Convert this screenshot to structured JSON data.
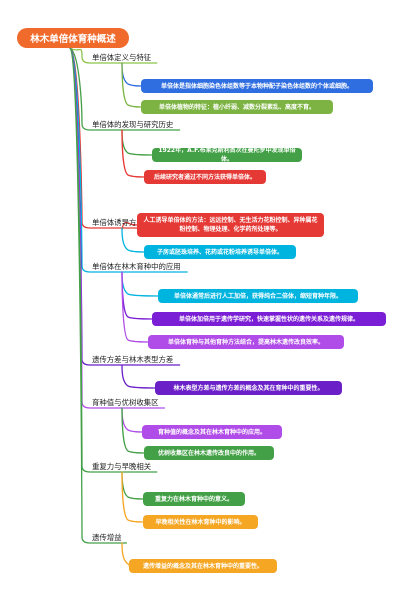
{
  "root": {
    "title": "林木单倍体育种概述",
    "color": "#f06a2c"
  },
  "branches": [
    {
      "title": "单倍体定义与特征",
      "color": "#8bc34a",
      "children": [
        {
          "text": "单倍体是指体细胞染色体组数等于本物种配子染色体组数的个体或细胞。",
          "color": "#2f6ee0"
        },
        {
          "text": "单倍体植物的特征：植小纤弱、减数分裂紊乱、高度不育。",
          "color": "#7cb342"
        }
      ]
    },
    {
      "title": "单倍体的发现与研究历史",
      "color": "#43a047",
      "children": [
        {
          "text": "1922年，A.F.布莱克斯利首次在曼陀罗中发现单倍体。",
          "color": "#43a047"
        },
        {
          "text": "后续研究者通过不同方法获得单倍体。",
          "color": "#e53935"
        }
      ]
    },
    {
      "title": "单倍体诱导方法",
      "color": "#e53935",
      "children": [
        {
          "text": "人工诱导单倍体的方法：远远控制、无生活力花粉控制、异种属花粉控制、物理处理、化学药剂处理等。",
          "color": "#e53935"
        },
        {
          "text": "子房或胚珠培养、花药或花粉培养诱导单倍体。",
          "color": "#00b4e0"
        }
      ]
    },
    {
      "title": "单倍体在林木育种中的应用",
      "color": "#00b4e0",
      "children": [
        {
          "text": "单倍体通常后进行人工加倍，获得纯合二倍体，缩短育种年限。",
          "color": "#00b4e0"
        },
        {
          "text": "单倍体加倍用于遗传学研究，快速掌握性状的遗传关系及遗传规律。",
          "color": "#7b1fd6"
        },
        {
          "text": "单倍体育种与其他育种方法结合，提高林木遗传改良效率。",
          "color": "#b04de8"
        }
      ]
    },
    {
      "title": "遗传方差与林木表型方差",
      "color": "#6a1fc7",
      "children": [
        {
          "text": "林木表型方差与遗传方差的概念及其在育种中的重要性。",
          "color": "#6a1fc7"
        }
      ]
    },
    {
      "title": "育种值与优树收集区",
      "color": "#b04de8",
      "children": [
        {
          "text": "育种值的概念及其在林木育种中的应用。",
          "color": "#b04de8"
        },
        {
          "text": "优树收集区在林木遗传改良中的作用。",
          "color": "#43a047"
        }
      ]
    },
    {
      "title": "重复力与早晚相关",
      "color": "#43a047",
      "children": [
        {
          "text": "重复力在林木育种中的意义。",
          "color": "#43a047"
        },
        {
          "text": "早晚相关性在林木育种中的影响。",
          "color": "#f5a623"
        }
      ]
    },
    {
      "title": "遗传增益",
      "color": "#43a047",
      "children": [
        {
          "text": "遗传增益的概念及其在林木育种中的重要性。",
          "color": "#f5a623"
        }
      ]
    }
  ]
}
